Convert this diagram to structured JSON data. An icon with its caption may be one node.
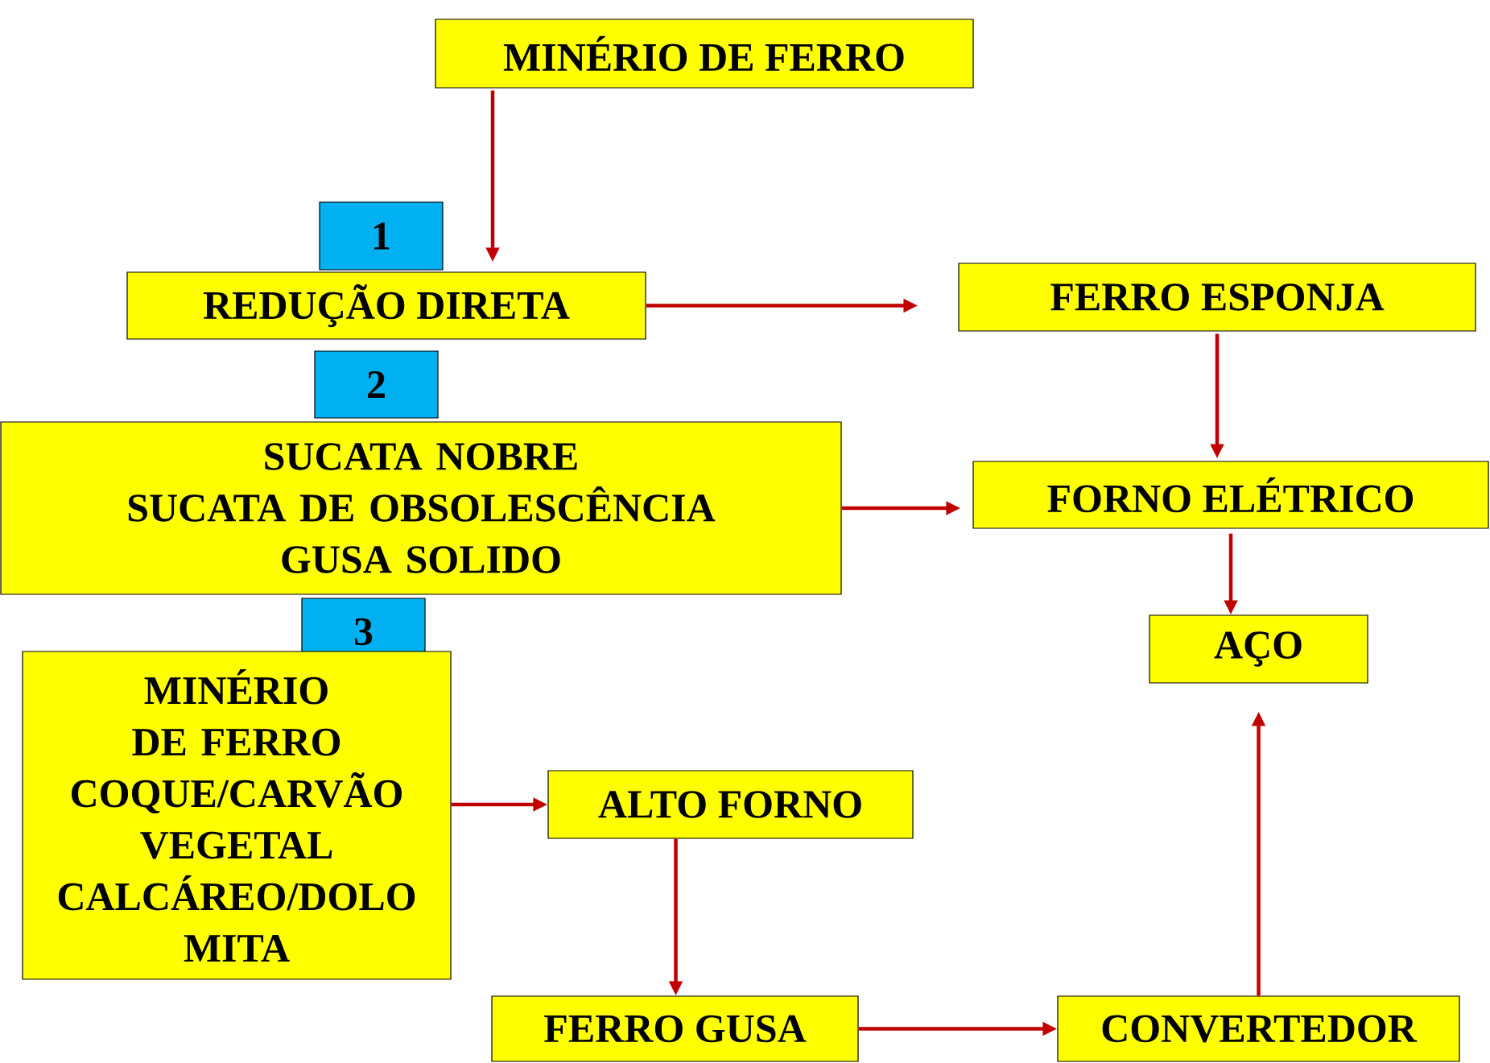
{
  "diagram": {
    "nodes": [
      {
        "text": [
          "MINÉRIO DE FERRO"
        ]
      },
      {
        "text": [
          "1"
        ]
      },
      {
        "text": [
          "REDUÇÃO DIRETA"
        ]
      },
      {
        "text": [
          "FERRO ESPONJA"
        ]
      },
      {
        "text": [
          "2"
        ]
      },
      {
        "text": [
          "SUCATA NOBRE",
          "SUCATA DE OBSOLESCÊNCIA",
          "GUSA SOLIDO"
        ]
      },
      {
        "text": [
          "FORNO ELÉTRICO"
        ]
      },
      {
        "text": [
          "3"
        ]
      },
      {
        "text": [
          "AÇO"
        ]
      },
      {
        "text": [
          "MINÉRIO DE FERRO",
          "COQUE/CARVÃO VEGETAL",
          "CALCÁREO/DOLO MITA"
        ]
      },
      {
        "text": [
          "ALTO FORNO"
        ]
      },
      {
        "text": [
          "FERRO GUSA"
        ]
      },
      {
        "text": [
          "CONVERTEDOR"
        ]
      }
    ],
    "edges": [
      {
        "from": 0,
        "to": 2,
        "arrow": "to"
      },
      {
        "from": 2,
        "to": 3,
        "arrow": "to"
      },
      {
        "from": 3,
        "to": 6,
        "arrow": "to"
      },
      {
        "from": 5,
        "to": 6,
        "arrow": "to"
      },
      {
        "from": 6,
        "to": 8,
        "arrow": "to"
      },
      {
        "from": 9,
        "to": 10,
        "arrow": "to"
      },
      {
        "from": 10,
        "to": 11,
        "arrow": "to"
      },
      {
        "from": 11,
        "to": 12,
        "arrow": "to"
      },
      {
        "from": 12,
        "to": 8,
        "arrow": "to"
      }
    ]
  }
}
